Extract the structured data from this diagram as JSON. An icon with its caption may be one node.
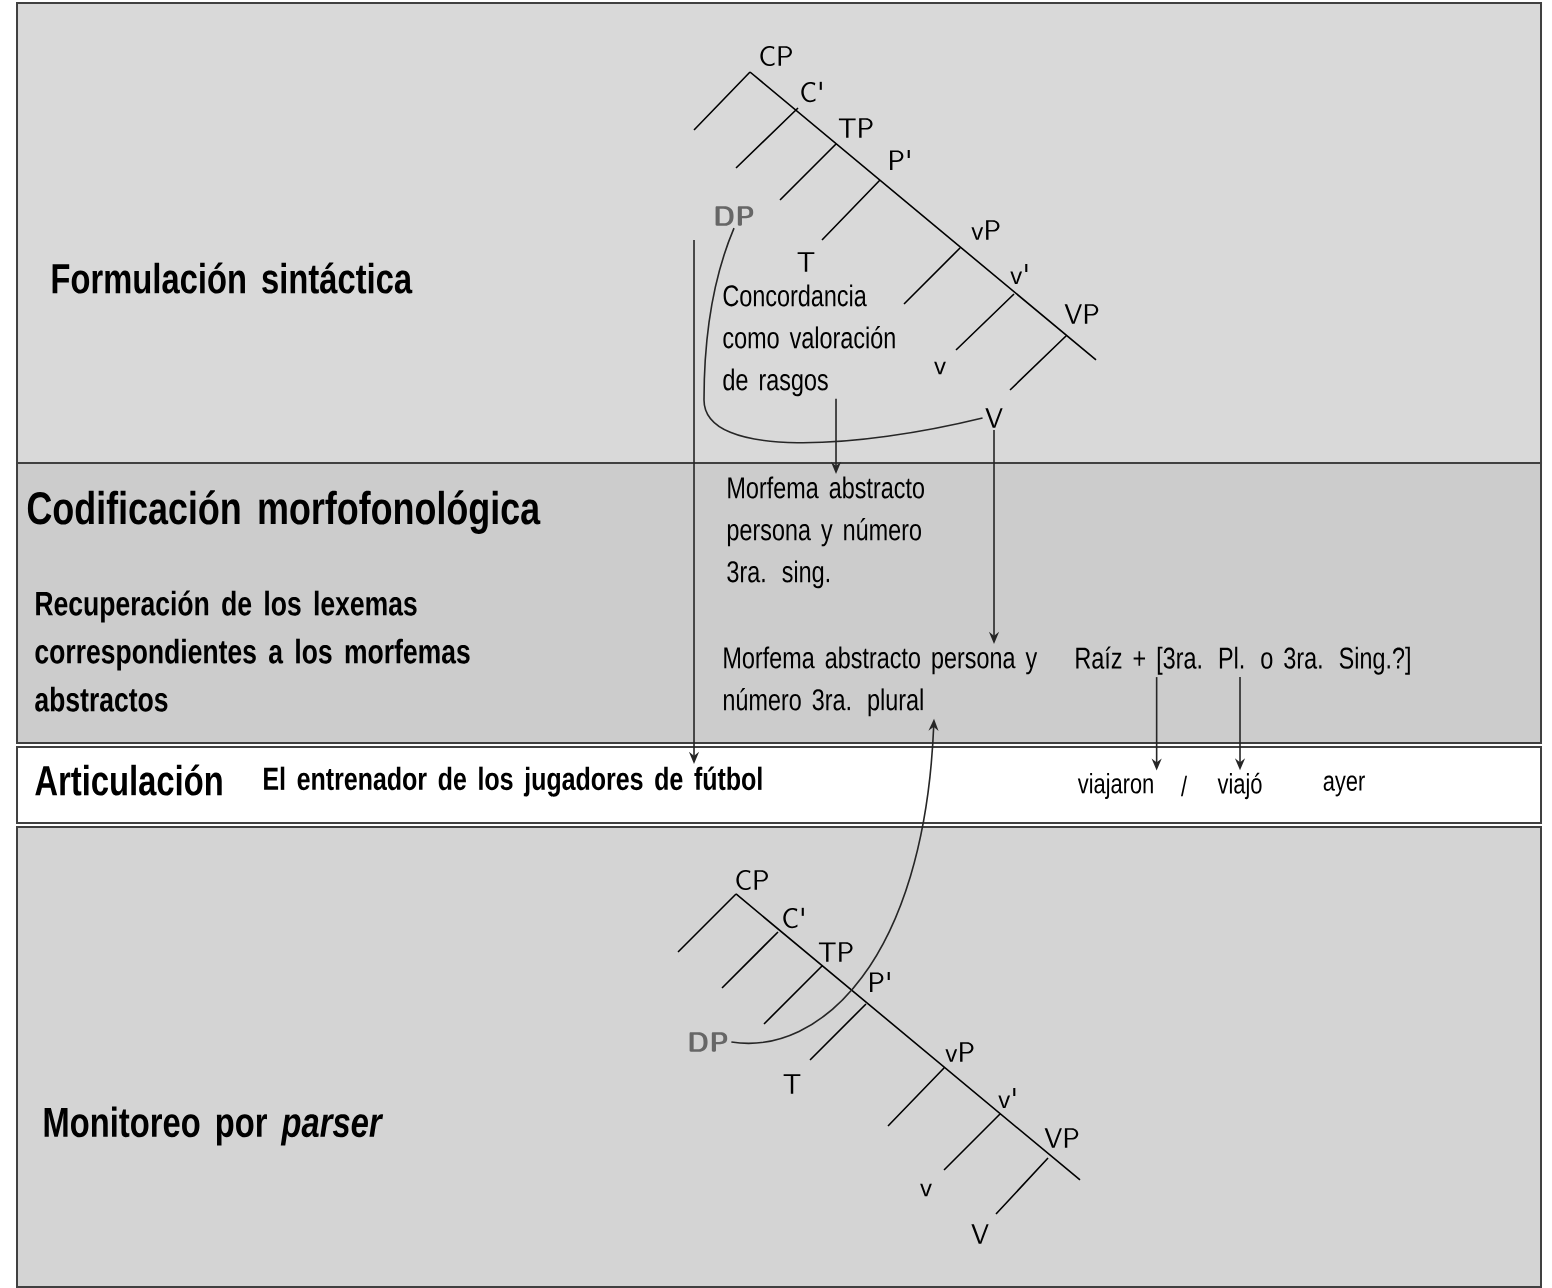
{
  "diagram": {
    "nodes": [
      {
        "text": [
          "Formulación sintáctica"
        ]
      },
      {
        "text": [
          "Codificación morfofonológica",
          "Recuperación de los lexemas correspondientes a los morfemas abstractos"
        ]
      },
      {
        "text": [
          "Articulación"
        ]
      },
      {
        "text": [
          "Monitoreo por *parser*"
        ]
      },
      {
        "text": [
          "DP"
        ],
        "in": 0
      },
      {
        "text": [
          "V"
        ],
        "in": 0
      },
      {
        "text": [
          "Concordancia como valoración de rasgos"
        ],
        "in": 0
      },
      {
        "text": [
          "Morfema abstracto persona y número 3ra. sing."
        ],
        "in": 1
      },
      {
        "text": [
          "Morfema abstracto persona y número 3ra. plural"
        ],
        "in": 1
      },
      {
        "text": [
          "Raíz + [3ra. Pl. o 3ra. Sing.?]"
        ],
        "in": 1
      },
      {
        "text": [
          "El entrenador de los jugadores de fútbol"
        ],
        "in": 2
      },
      {
        "text": [
          "viajaron"
        ],
        "in": 2
      },
      {
        "text": [
          "viajó"
        ],
        "in": 2
      },
      {
        "text": [
          "DP"
        ],
        "in": 3
      }
    ],
    "edges": [
      {
        "from": 4,
        "to": 5,
        "arrow": "none"
      },
      {
        "from": 6,
        "to": 7,
        "arrow": "to"
      },
      {
        "from": 5,
        "to": 8,
        "arrow": "to"
      },
      {
        "from": 4,
        "to": 10,
        "arrow": "to"
      },
      {
        "from": 13,
        "to": 8,
        "arrow": "to"
      },
      {
        "from": 9,
        "to": 11,
        "arrow": "to"
      },
      {
        "from": 9,
        "to": 12,
        "arrow": "to"
      }
    ],
    "labels": [
      "CP",
      "C'",
      "TP",
      "P'",
      "T",
      "vP",
      "v'",
      "VP",
      "v",
      "/",
      "ayer",
      "CP",
      "C'",
      "TP",
      "P'",
      "T",
      "vP",
      "v'",
      "VP",
      "v",
      "V"
    ]
  }
}
